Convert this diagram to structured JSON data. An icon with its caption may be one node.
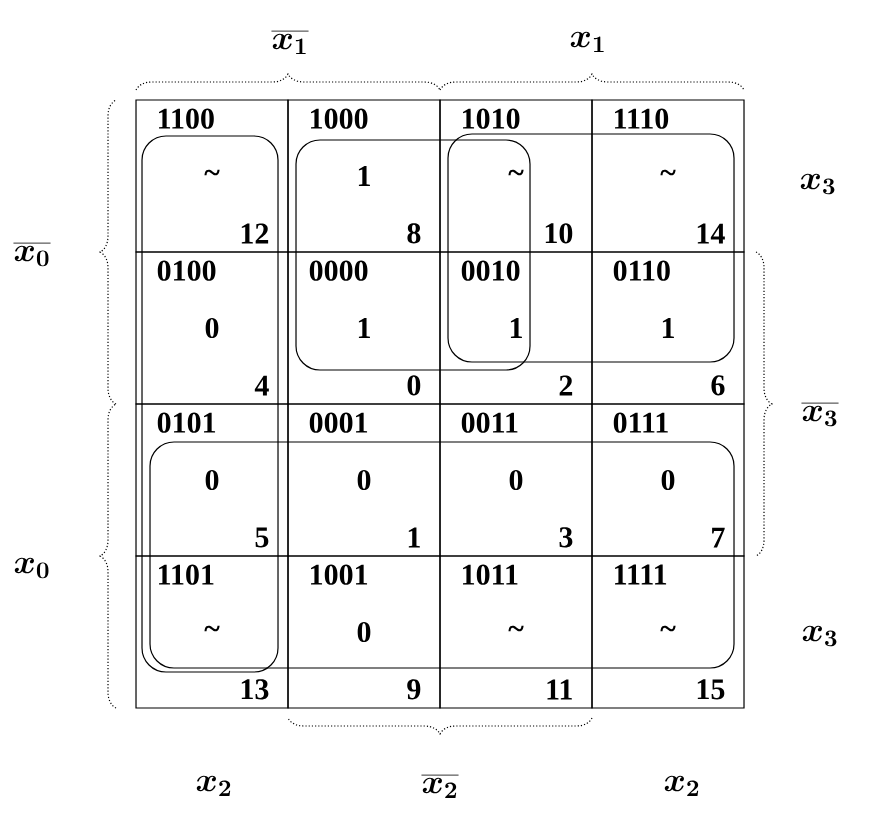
{
  "diagram": {
    "nodes": [
      {
        "text": [
          "1100",
          "~",
          "12"
        ]
      },
      {
        "text": [
          "1000",
          "1",
          "8"
        ]
      },
      {
        "text": [
          "1010",
          "~",
          "10"
        ]
      },
      {
        "text": [
          "1110",
          "~",
          "14"
        ]
      },
      {
        "text": [
          "0100",
          "0",
          "4"
        ]
      },
      {
        "text": [
          "0000",
          "1",
          "0"
        ]
      },
      {
        "text": [
          "0010",
          "1",
          "2"
        ]
      },
      {
        "text": [
          "0110",
          "1",
          "6"
        ]
      },
      {
        "text": [
          "0101",
          "0",
          "5"
        ]
      },
      {
        "text": [
          "0001",
          "0",
          "1"
        ]
      },
      {
        "text": [
          "0011",
          "0",
          "3"
        ]
      },
      {
        "text": [
          "0111",
          "0",
          "7"
        ]
      },
      {
        "text": [
          "1101",
          "~",
          "13"
        ]
      },
      {
        "text": [
          "1001",
          "0",
          "9"
        ]
      },
      {
        "text": [
          "1011",
          "~",
          "11"
        ]
      },
      {
        "text": [
          "1111",
          "~",
          "15"
        ]
      }
    ],
    "labels": [
      "\\overline{x_1}",
      "x_1",
      "x_3",
      "\\overline{x_0}",
      "\\overline{x_3}",
      "x_0",
      "x_3",
      "x_2",
      "\\overline{x_2}",
      "x_2"
    ]
  }
}
